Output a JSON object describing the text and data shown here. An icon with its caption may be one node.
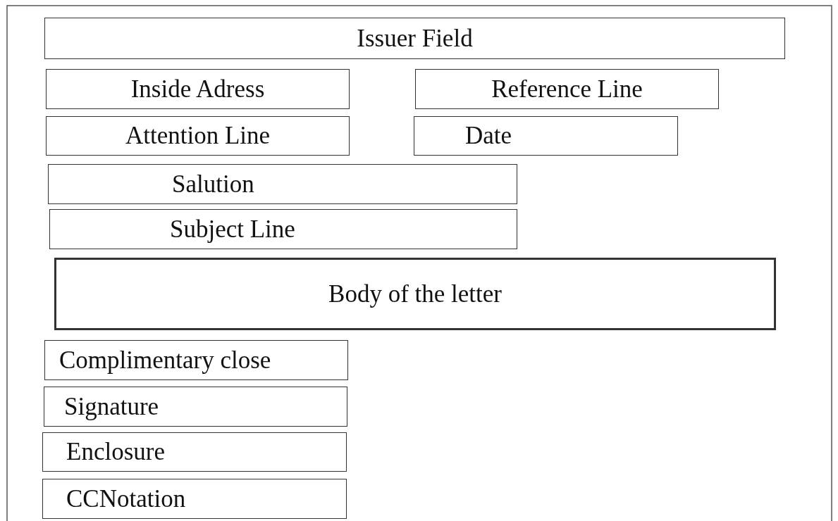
{
  "diagram": {
    "nodes": [
      {
        "text": [
          "Issuer Field"
        ]
      },
      {
        "text": [
          "Inside Adress"
        ]
      },
      {
        "text": [
          "Reference Line"
        ]
      },
      {
        "text": [
          "Attention Line"
        ]
      },
      {
        "text": [
          "Date"
        ]
      },
      {
        "text": [
          "Salution"
        ]
      },
      {
        "text": [
          "Subject Line"
        ]
      },
      {
        "text": [
          "Body of the letter"
        ]
      },
      {
        "text": [
          "Complimentary close"
        ]
      },
      {
        "text": [
          "Signature"
        ]
      },
      {
        "text": [
          "Enclosure"
        ]
      },
      {
        "text": [
          "CCNotation"
        ]
      }
    ]
  }
}
